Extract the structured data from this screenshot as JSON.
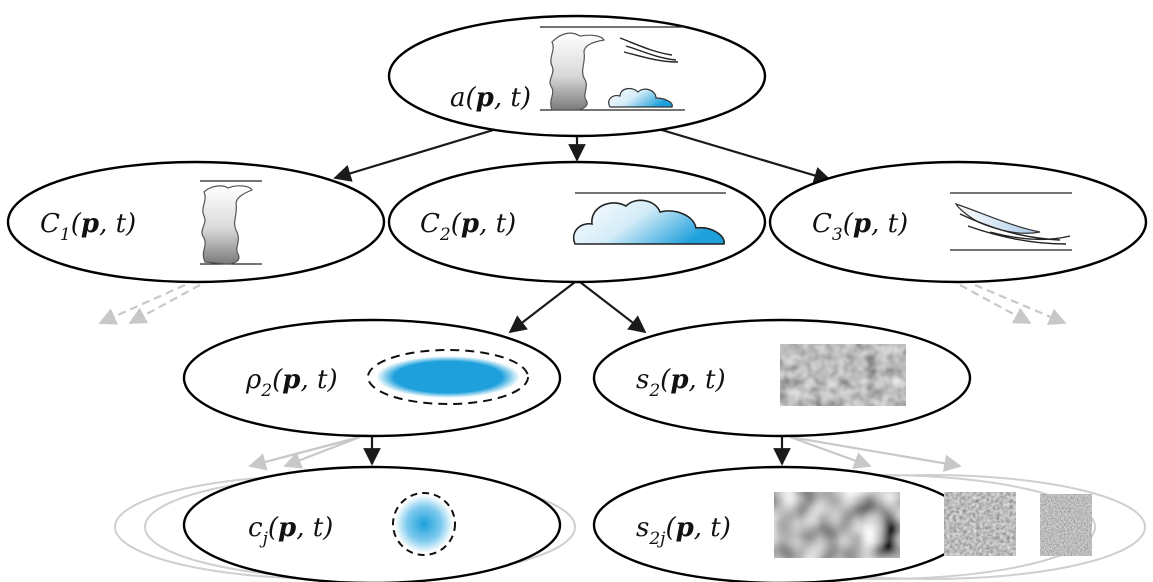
{
  "nodes": {
    "root": {
      "label": "a",
      "args": "(p, t)"
    },
    "c1": {
      "label": "C",
      "sub": "1",
      "args": "(p, t)"
    },
    "c2": {
      "label": "C",
      "sub": "2",
      "args": "(p, t)"
    },
    "c3": {
      "label": "C",
      "sub": "3",
      "args": "(p, t)"
    },
    "rho2": {
      "label": "ρ",
      "sub": "2",
      "args": "(p, t)"
    },
    "s2": {
      "label": "s",
      "sub": "2",
      "args": "(p, t)"
    },
    "cj": {
      "label": "c",
      "sub": "j",
      "args": "(p, t)"
    },
    "s2j": {
      "label": "s",
      "sub": "2j",
      "args": "(p, t)"
    }
  },
  "colors": {
    "edge": "#1a1a1a",
    "faded_edge": "#c8c8c8",
    "cloud_blue": "#1ea0dc"
  }
}
